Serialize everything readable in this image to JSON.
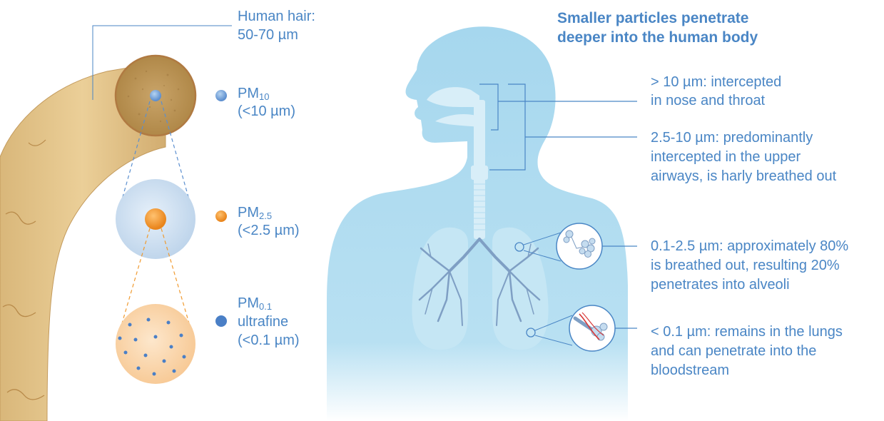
{
  "hair": {
    "label": "Human hair:",
    "size": "50-70 µm"
  },
  "particles": [
    {
      "name": "PM",
      "sub": "10",
      "range": "(<10 µm)",
      "color": "#6a9bd6"
    },
    {
      "name": "PM",
      "sub": "2.5",
      "range": "(<2.5 µm)",
      "color": "#f09a2f"
    },
    {
      "name": "PM",
      "sub": "0.1",
      "extra": "ultrafine",
      "range": "(<0.1 µm)",
      "color": "#4a7fc6"
    }
  ],
  "body": {
    "title_line1": "Smaller particles penetrate",
    "title_line2": "deeper into the human body",
    "items": [
      {
        "lines": [
          "> 10 µm: intercepted",
          "in nose and throat"
        ]
      },
      {
        "lines": [
          "2.5-10 µm: predominantly",
          "intercepted in the upper",
          "airways, is harly breathed out"
        ]
      },
      {
        "lines": [
          "0.1-2.5 µm: approximately 80%",
          "is breathed out, resulting 20%",
          "penetrates into alveoli"
        ]
      },
      {
        "lines": [
          "< 0.1 µm: remains in the lungs",
          "and can penetrate into the",
          "bloodstream"
        ]
      }
    ]
  },
  "colors": {
    "text": "#4a86c5",
    "hair": "#e0c08a",
    "body": "#a8d8ee",
    "airway": "#d8eef8",
    "lung": "#c5e6f4",
    "bronchi": "#7f9fc4"
  }
}
